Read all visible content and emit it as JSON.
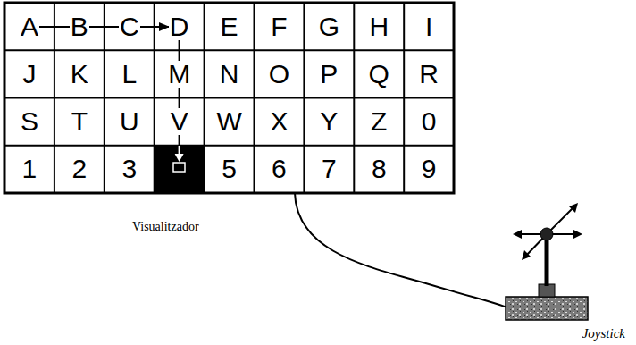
{
  "diagram": {
    "labels": [
      "A",
      "B",
      "C",
      "D",
      "E",
      "F",
      "G",
      "H",
      "I",
      "J",
      "K",
      "L",
      "M",
      "N",
      "O",
      "P",
      "Q",
      "R",
      "S",
      "T",
      "U",
      "V",
      "W",
      "X",
      "Y",
      "Z",
      "0",
      "1",
      "2",
      "3",
      "5",
      "6",
      "7",
      "8",
      "9",
      "Visualitzador",
      "Joystick"
    ]
  }
}
